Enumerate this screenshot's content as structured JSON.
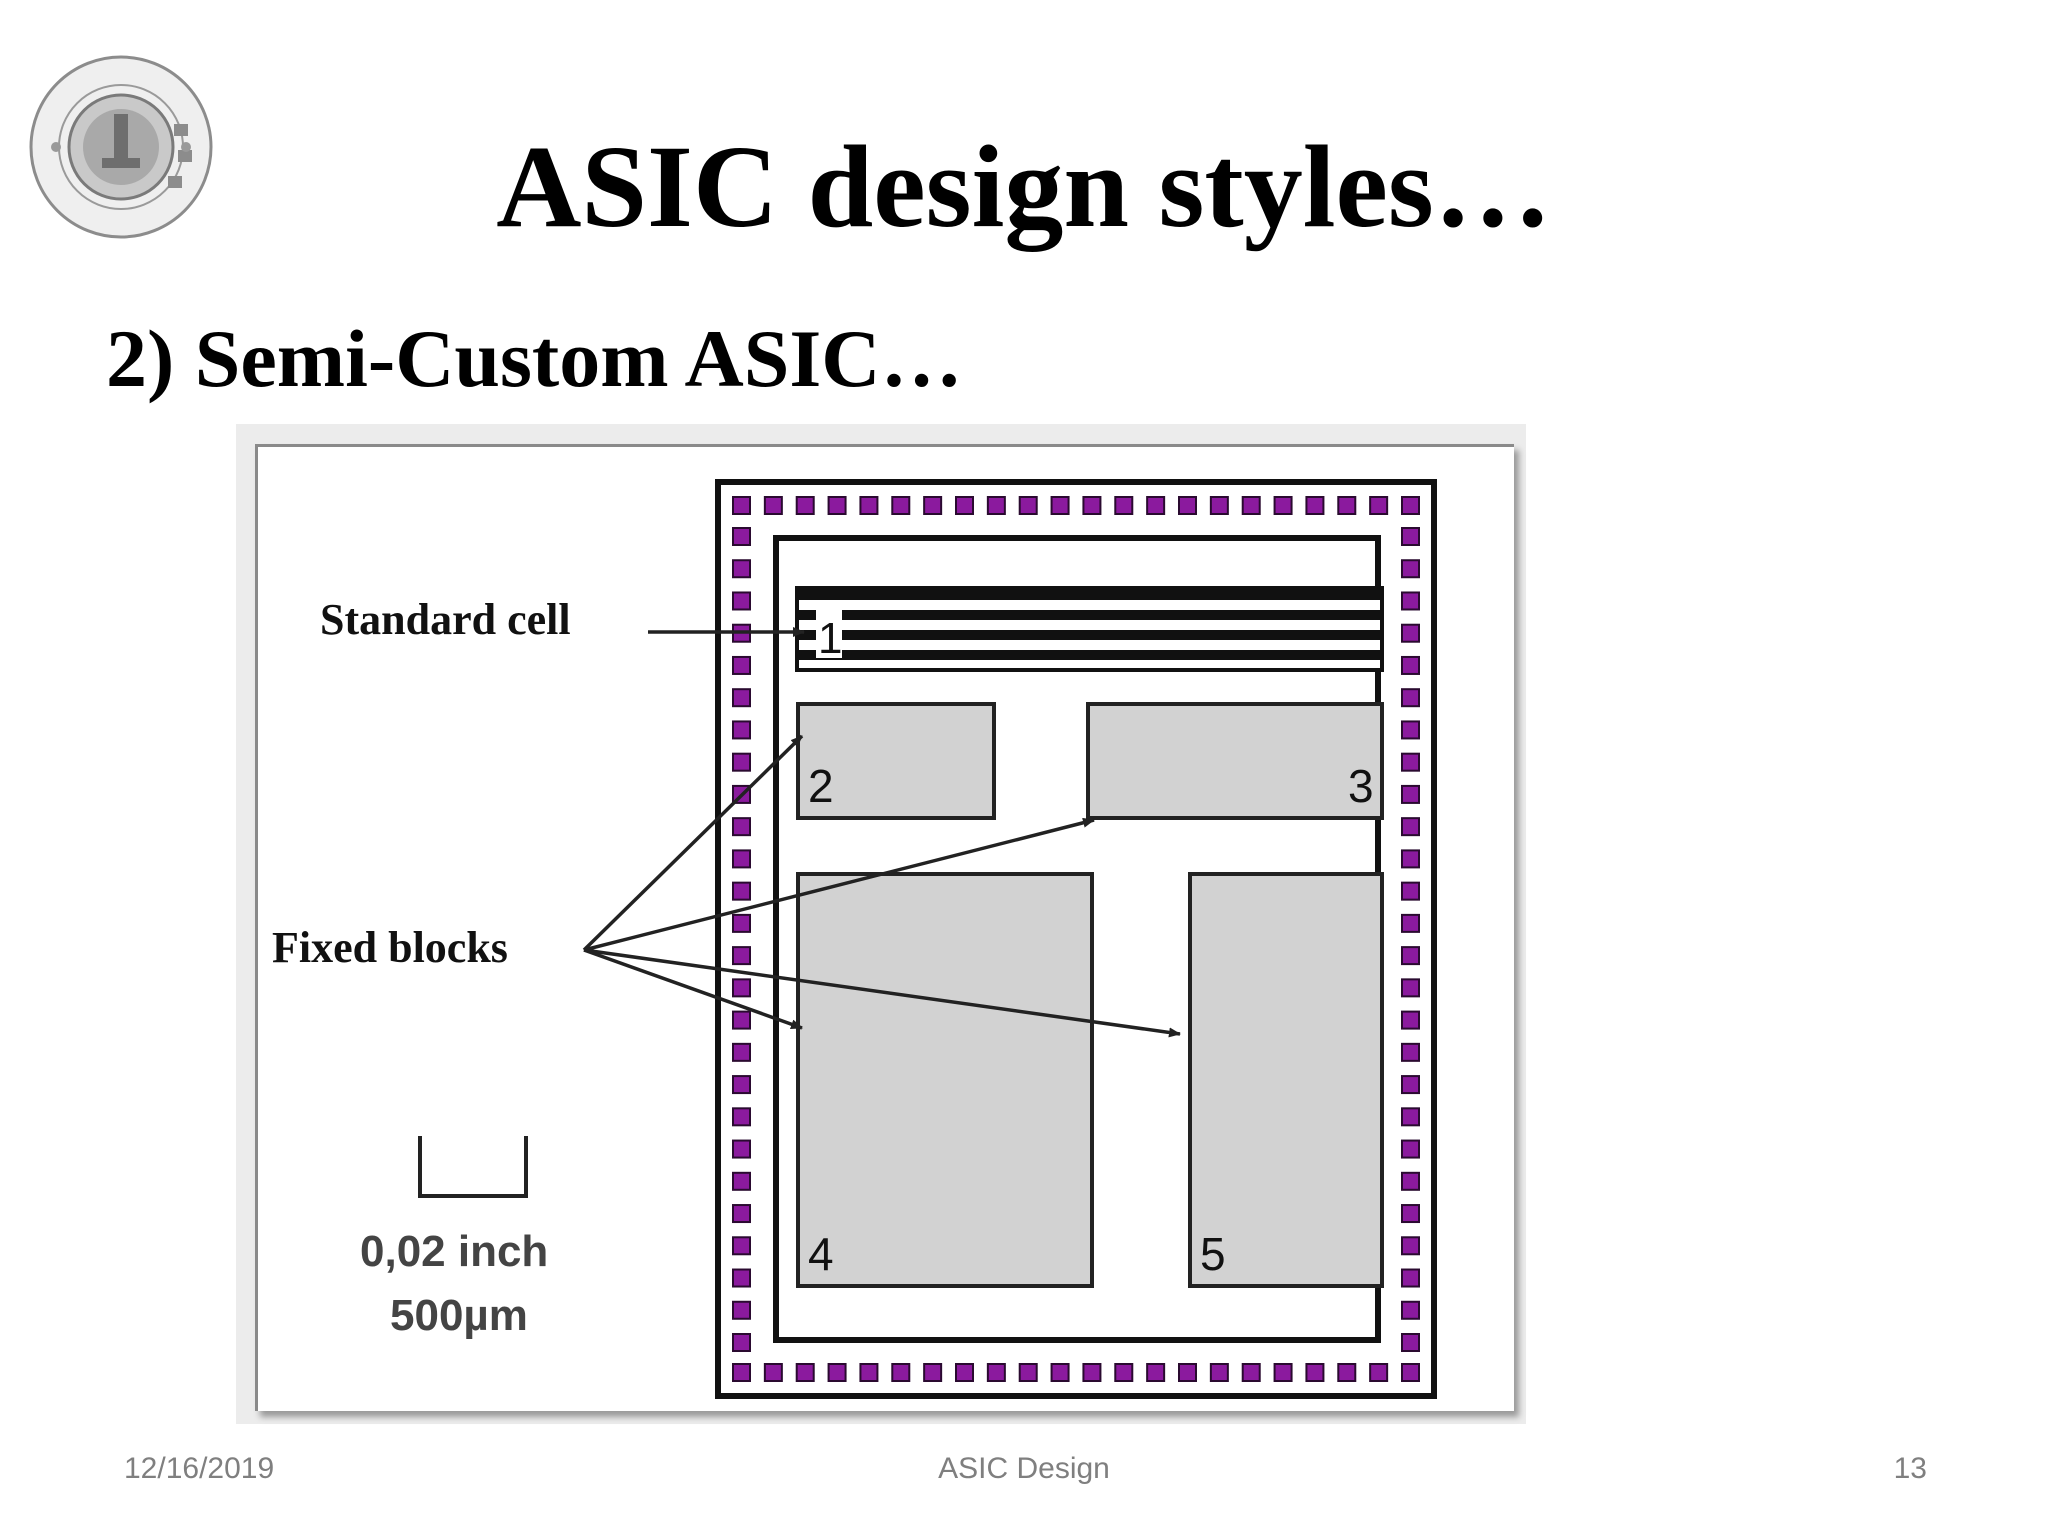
{
  "slide": {
    "title": "ASIC design styles…",
    "subtitle": "2) Semi-Custom ASIC…"
  },
  "figure": {
    "label_standard_cell": "Standard cell",
    "label_fixed_blocks": "Fixed blocks",
    "scale_inch": "0,02 inch",
    "scale_um": "500µm",
    "block_numbers": [
      "1",
      "2",
      "3",
      "4",
      "5"
    ],
    "pad_color": "#8b1a9e",
    "block_color": "#d2d2d2"
  },
  "footer": {
    "date": "12/16/2019",
    "center": "ASIC Design",
    "page": "13"
  }
}
